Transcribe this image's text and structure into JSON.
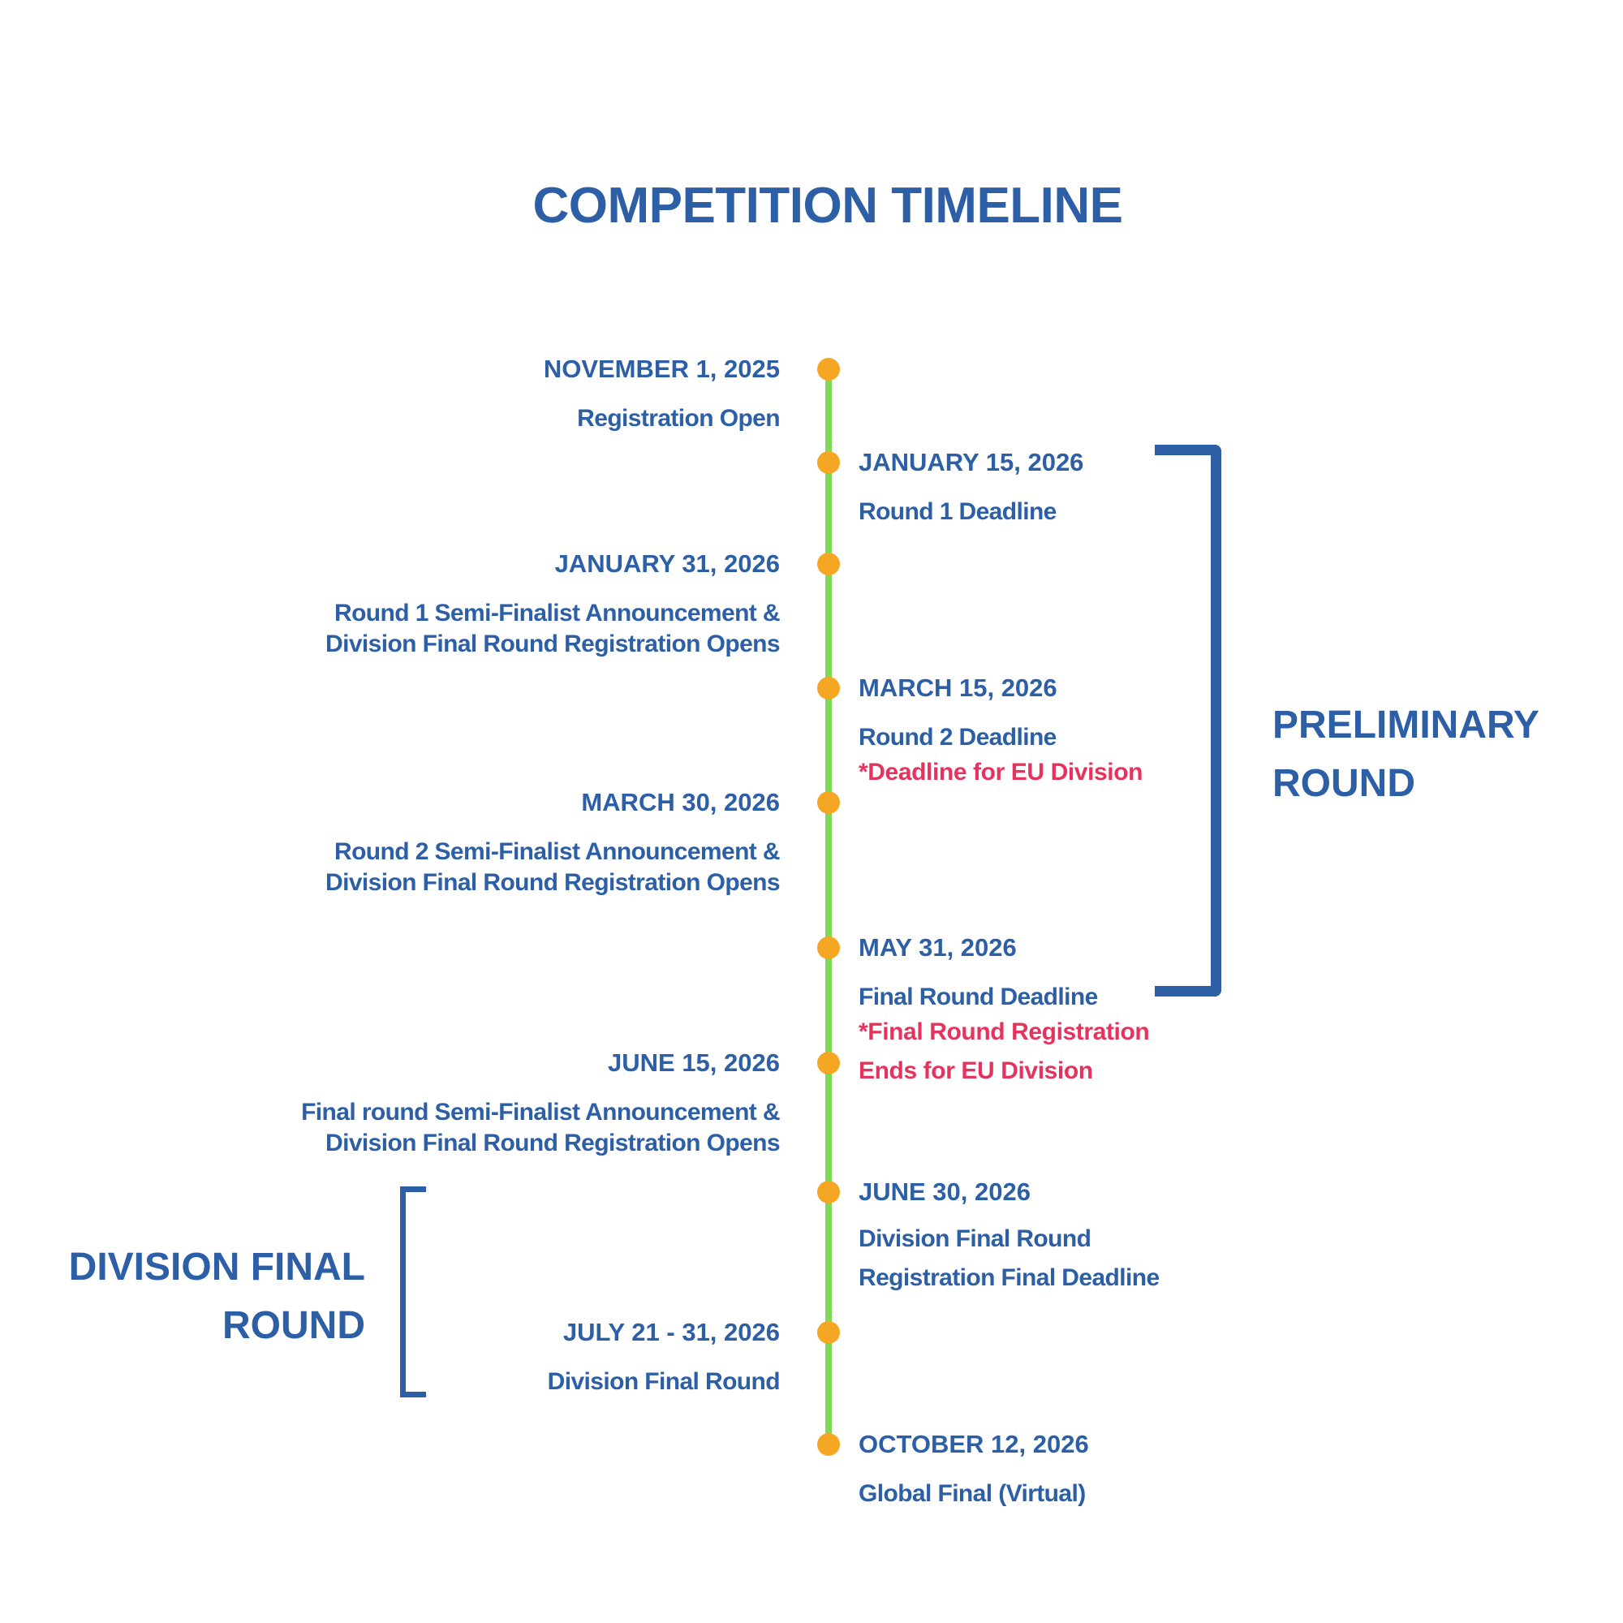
{
  "title": "COMPETITION TIMELINE",
  "colors": {
    "primary": "#2d5fa6",
    "accent_note": "#e6335e",
    "axis_line": "#7ed957",
    "dot": "#f5a623"
  },
  "events": [
    {
      "date": "NOVEMBER 1, 2025",
      "lines": [
        "Registration Open"
      ],
      "notes": []
    },
    {
      "date": "JANUARY 15, 2026",
      "lines": [
        "Round 1 Deadline"
      ],
      "notes": []
    },
    {
      "date": "JANUARY 31, 2026",
      "lines": [
        "Round 1 Semi-Finalist Announcement &",
        "Division Final Round Registration Opens"
      ],
      "notes": []
    },
    {
      "date": "MARCH 15, 2026",
      "lines": [
        "Round 2 Deadline"
      ],
      "notes": [
        "*Deadline for EU Division"
      ]
    },
    {
      "date": "MARCH 30, 2026",
      "lines": [
        "Round 2 Semi-Finalist Announcement &",
        "Division Final Round Registration Opens"
      ],
      "notes": []
    },
    {
      "date": "MAY 31, 2026",
      "lines": [
        "Final Round Deadline"
      ],
      "notes": [
        "*Final Round Registration",
        "Ends for EU Division"
      ]
    },
    {
      "date": "JUNE 15, 2026",
      "lines": [
        "Final round Semi-Finalist Announcement &",
        "Division Final Round Registration Opens"
      ],
      "notes": []
    },
    {
      "date": "JUNE 30, 2026",
      "lines": [
        "Division Final Round",
        "Registration Final Deadline"
      ],
      "notes": []
    },
    {
      "date": "JULY 21 - 31, 2026",
      "lines": [
        "Division Final Round"
      ],
      "notes": []
    },
    {
      "date": "OCTOBER 12, 2026",
      "lines": [
        "Global Final (Virtual)"
      ],
      "notes": []
    }
  ],
  "phases": {
    "preliminary": {
      "line1": "PRELIMINARY",
      "line2": "ROUND"
    },
    "division_final": {
      "line1": "DIVISION FINAL",
      "line2": "ROUND"
    }
  }
}
